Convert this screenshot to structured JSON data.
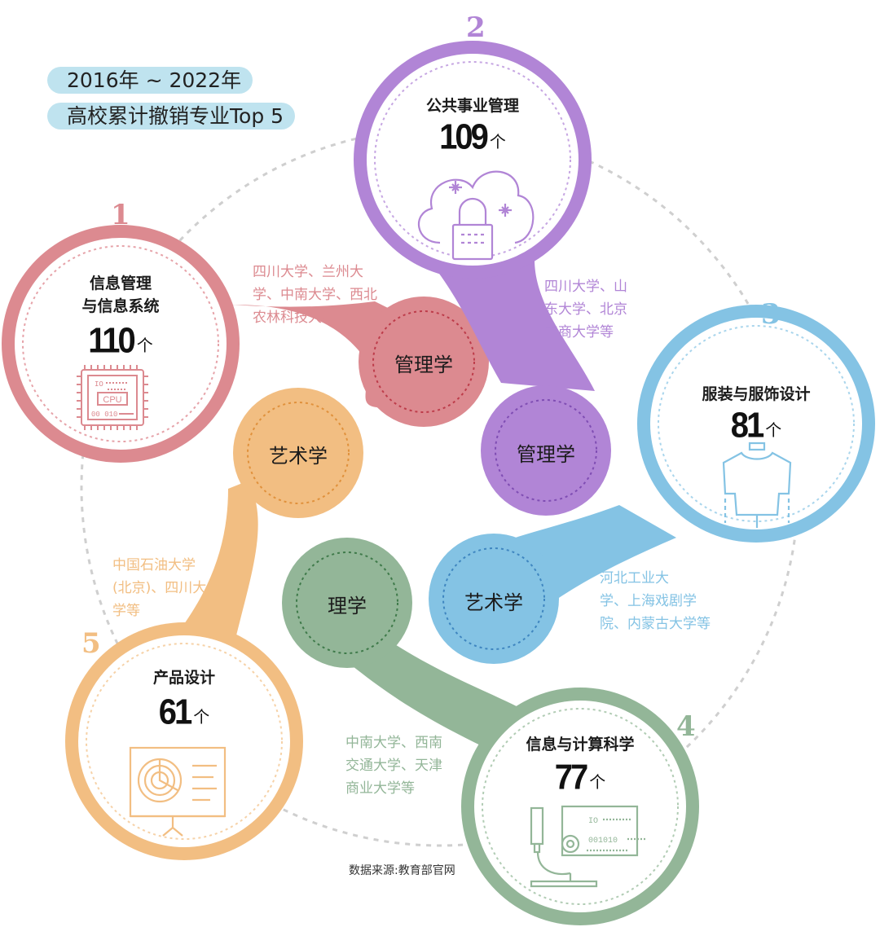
{
  "title": {
    "line1": "2016年 ~ 2022年",
    "line2": "高校累计撤销专业Top 5"
  },
  "colors": {
    "red": "#dc8a90",
    "purple": "#b185d6",
    "blue": "#84c3e4",
    "green": "#93b698",
    "orange": "#f2be82",
    "dashed": "#cfcfcf"
  },
  "majors": [
    {
      "rank": "1",
      "name_line1": "信息管理",
      "name_line2": "与信息系统",
      "count": "110",
      "unit": "个",
      "discipline": "管理学",
      "universities": [
        "四川大学、兰州大",
        "学、中南大学、西北",
        "农林科技大学等"
      ],
      "icon": "cpu-icon"
    },
    {
      "rank": "2",
      "name_line1": "公共事业管理",
      "name_line2": "",
      "count": "109",
      "unit": "个",
      "discipline": "管理学",
      "universities": [
        "四川大学、山",
        "东大学、北京",
        "工商大学等"
      ],
      "icon": "cloud-lock-icon"
    },
    {
      "rank": "3",
      "name_line1": "服装与服饰设计",
      "name_line2": "",
      "count": "81",
      "unit": "个",
      "discipline": "艺术学",
      "universities": [
        "河北工业大",
        "学、上海戏剧学",
        "院、内蒙古大学等"
      ],
      "icon": "tshirt-mannequin-icon"
    },
    {
      "rank": "4",
      "name_line1": "信息与计算科学",
      "name_line2": "",
      "count": "77",
      "unit": "个",
      "discipline": "理学",
      "universities": [
        "中南大学、西南",
        "交通大学、天津",
        "商业大学等"
      ],
      "icon": "microscope-code-icon"
    },
    {
      "rank": "5",
      "name_line1": "产品设计",
      "name_line2": "",
      "count": "61",
      "unit": "个",
      "discipline": "艺术学",
      "universities": [
        "中国石油大学",
        "(北京)、四川大",
        "学等"
      ],
      "icon": "presentation-board-icon"
    }
  ],
  "source": "数据来源:教育部官网"
}
